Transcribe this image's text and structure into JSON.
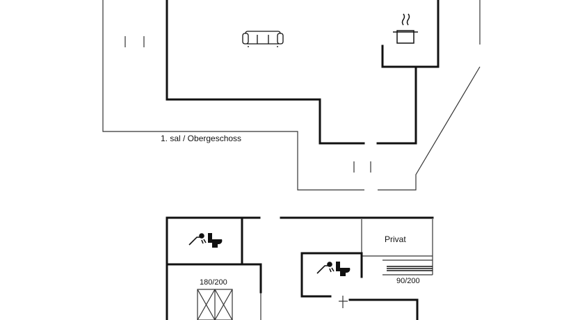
{
  "plan": {
    "upper_floor_label": "1. sal / Obergeschoss",
    "rooms": {
      "private_room_label": "Privat",
      "bed_large_label": "180/200",
      "bed_small_label": "90/200"
    },
    "icons": [
      "sofa-icon",
      "cooking-pot-icon",
      "shower-icon",
      "toilet-icon"
    ]
  }
}
